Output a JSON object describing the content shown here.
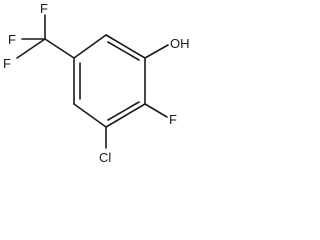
{
  "molecule": {
    "labels": {
      "hydroxyl": "OH",
      "fluoro_ring": "F",
      "chloro": "Cl",
      "cf3_f_top": "F",
      "cf3_f_left_upper": "F",
      "cf3_f_left_lower": "F"
    },
    "colors": {
      "ink": "#1a1a1a",
      "background": "#ffffff"
    }
  }
}
